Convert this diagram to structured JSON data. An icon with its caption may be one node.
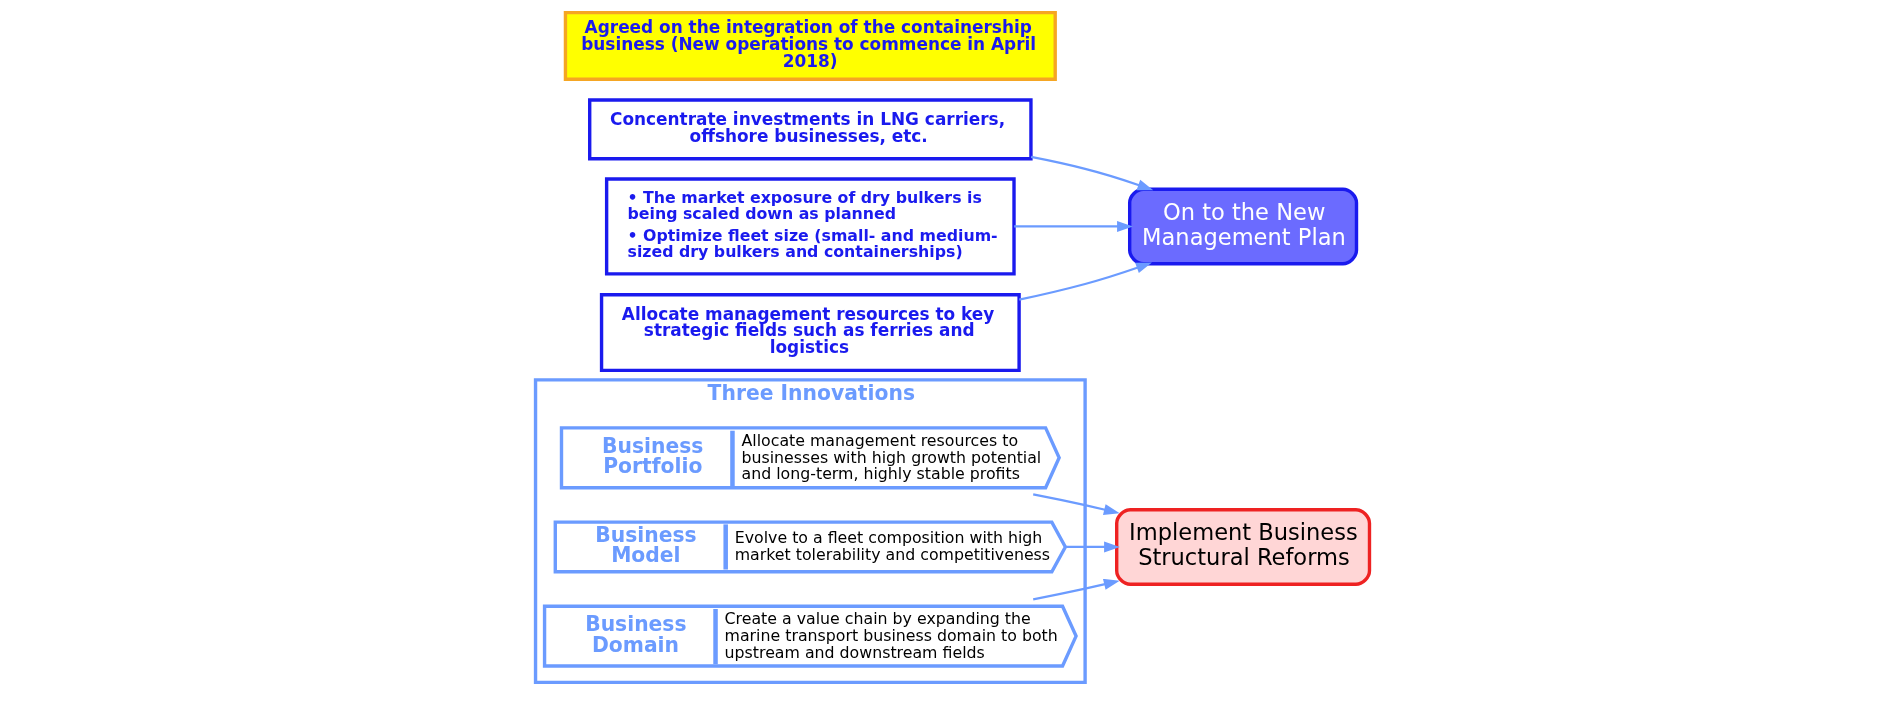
{
  "diagram": {
    "nodes": [
      {
        "text": [
          "Three Innovations"
        ]
      },
      {
        "text": [
          "Business Portfolio",
          "Allocate management resources to businesses with high growth potential and long-term, highly stable profits"
        ],
        "in": 0
      },
      {
        "text": [
          "Business Model",
          "Evolve to a fleet composition with high market tolerability and competitiveness"
        ],
        "in": 0
      },
      {
        "text": [
          "Business Domain",
          "Create a value chain by expanding the marine transport business domain to both upstream and downstream fields"
        ],
        "in": 0
      },
      {
        "text": [
          "Implement Business Structural Reforms"
        ]
      },
      {
        "text": [
          "Concentrate investments in LNG carriers, offshore businesses, etc."
        ]
      },
      {
        "text": [
          "• The market exposure of dry bulkers is being scaled down as planned",
          "• Optimize fleet size (small- and medium-sized dry bulkers and containerships)"
        ]
      },
      {
        "text": [
          "Allocate management resources to key strategic fields such as ferries and logistics"
        ]
      },
      {
        "text": [
          "On to the New Management Plan"
        ]
      },
      {
        "text": [
          "Agreed on the integration of the containership business (New operations to commence in April 2018)"
        ]
      }
    ],
    "edges": [
      {
        "from": 1,
        "to": 4,
        "arrow": "to"
      },
      {
        "from": 2,
        "to": 4,
        "arrow": "to"
      },
      {
        "from": 3,
        "to": 4,
        "arrow": "to"
      },
      {
        "from": 5,
        "to": 8,
        "arrow": "to"
      },
      {
        "from": 6,
        "to": 8,
        "arrow": "to"
      },
      {
        "from": 7,
        "to": 8,
        "arrow": "to"
      }
    ]
  }
}
